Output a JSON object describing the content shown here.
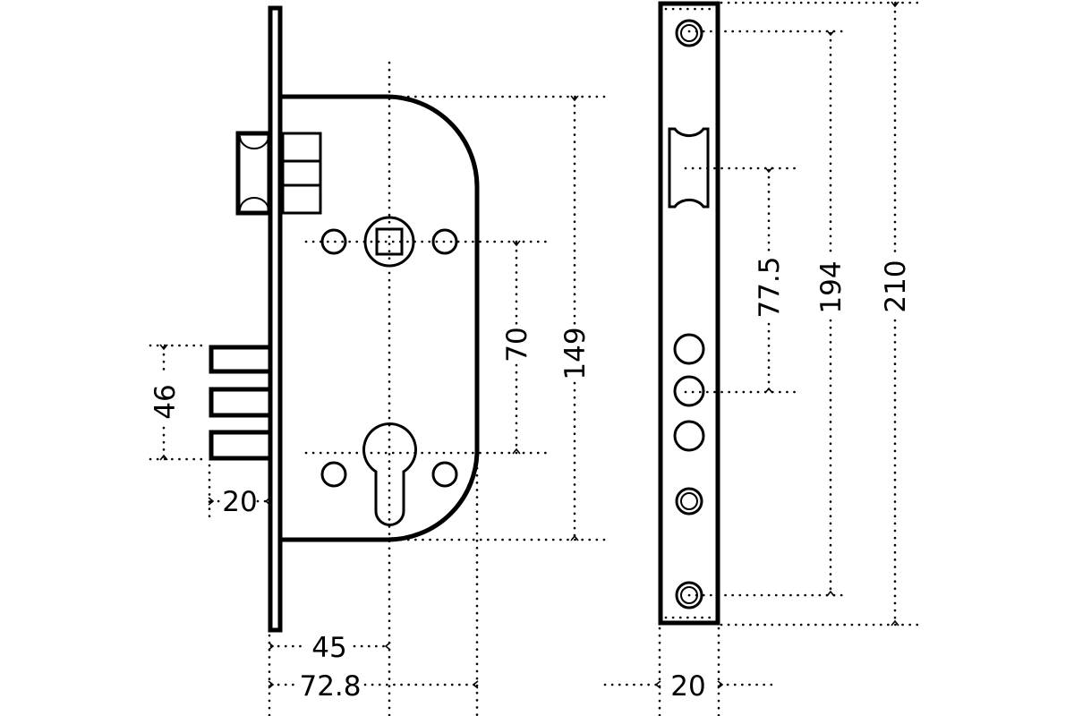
{
  "title": "Mortise lock dimension drawing",
  "dimensions": {
    "backset_bolts_spacing": "46",
    "bolt_projection": "20",
    "handle_to_cylinder": "70",
    "case_height": "149",
    "backset": "45",
    "case_depth": "72.8",
    "latch_to_cylinder": "77.5",
    "screw_spacing": "194",
    "faceplate_height": "210",
    "faceplate_width": "20"
  },
  "colors": {
    "line": "#000000",
    "background": "#ffffff"
  }
}
